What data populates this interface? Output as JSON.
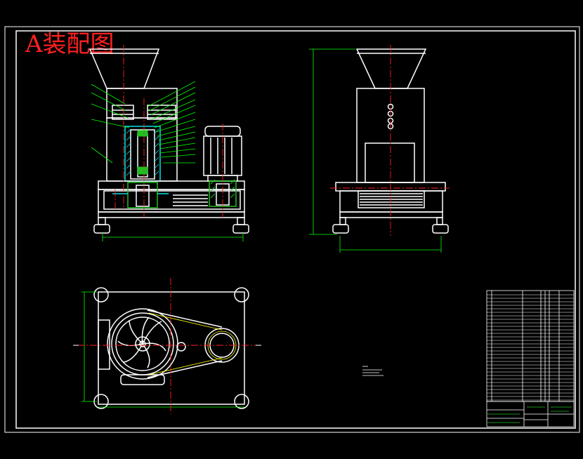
{
  "drawing": {
    "title": "A装配图",
    "colors": {
      "background": "#000000",
      "line": "#ffffff",
      "center_line": "#ff2020",
      "dimension": "#00ff00",
      "section": "#00e5e5",
      "title_text": "#ff2020",
      "hatch_green": "#20c020",
      "accent_yellow": "#ffff00"
    },
    "views": [
      {
        "name": "front-view"
      },
      {
        "name": "side-view"
      },
      {
        "name": "top-view"
      }
    ]
  }
}
